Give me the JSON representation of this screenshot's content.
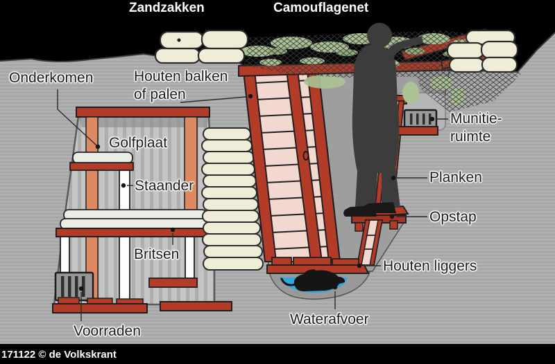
{
  "title_labels": {
    "zandzakken": "Zandzakken",
    "camouflagenet": "Camouflagenet"
  },
  "callouts": {
    "onderkomen": "Onderkomen",
    "houten_balken_line1": "Houten balken",
    "houten_balken_line2": "of palen",
    "golfplaat": "Golfplaat",
    "staander": "Staander",
    "britsen": "Britsen",
    "voorraden": "Voorraden",
    "munitie_line1": "Munitie-",
    "munitie_line2": "ruimte",
    "planken": "Planken",
    "opstap": "Opstap",
    "houten_liggers": "Houten liggers",
    "waterafvoer": "Waterafvoer"
  },
  "credit": "171122 © de Volkskrant",
  "colors": {
    "background": "#000000",
    "ground_gray": "#b0b0b0",
    "ground_stripe": "#a2a2a2",
    "trench_interior": "#9e9e9e",
    "beam_red": "#b23c28",
    "plank_pink": "#f3d8cf",
    "post_orange": "#dd8a62",
    "sandbag_cream": "#efedd8",
    "corrugated_light": "#c5c5c5",
    "camo_green": "#abc295",
    "water_blue": "#2fa8dc",
    "soldier_gray": "#3c3c3c",
    "label_text": "#1c1c1c",
    "label_white": "#ffffff"
  },
  "icons": {
    "soldier": "soldier-with-binoculars-silhouette",
    "rat": "rat-silhouette",
    "sandbag": "sandbag-shape",
    "crate": "supply-crate",
    "ammo_box": "ammunition-box"
  }
}
